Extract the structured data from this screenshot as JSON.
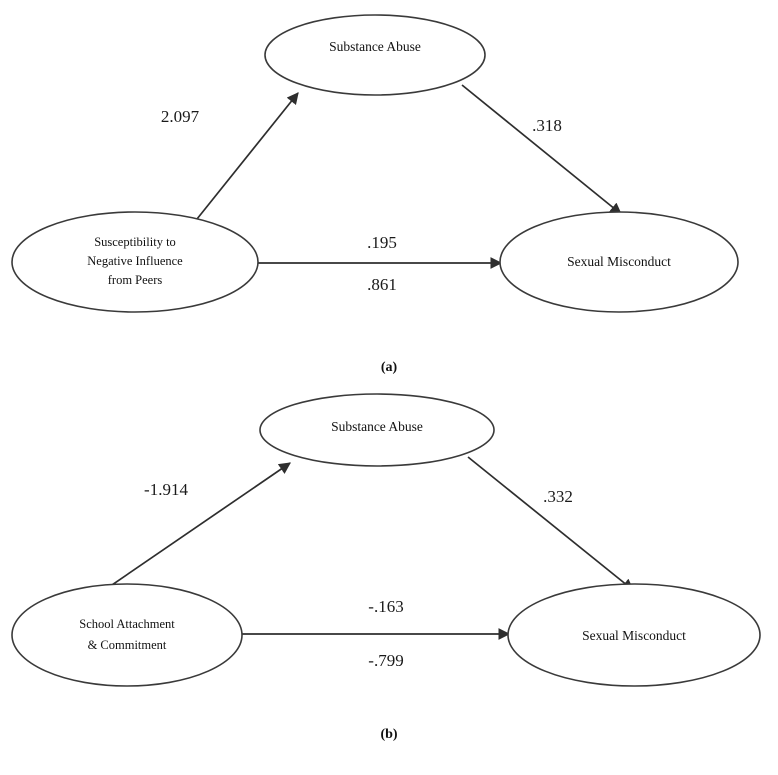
{
  "figure": {
    "type": "path-diagram",
    "panels": [
      {
        "id": "a",
        "caption": "(a)",
        "nodes": {
          "mediator": {
            "label": "Substance Abuse"
          },
          "predictor": {
            "line1": "Susceptibility to",
            "line2": "Negative Influence",
            "line3": "from Peers"
          },
          "outcome": {
            "label": "Sexual Misconduct"
          }
        },
        "edges": {
          "predictor_to_mediator": {
            "coefficient": "2.097"
          },
          "mediator_to_outcome": {
            "coefficient": ".318"
          },
          "direct_above": {
            "coefficient": ".195"
          },
          "direct_below": {
            "coefficient": ".861"
          }
        }
      },
      {
        "id": "b",
        "caption": "(b)",
        "nodes": {
          "mediator": {
            "label": "Substance Abuse"
          },
          "predictor": {
            "line1": "School Attachment",
            "line2": "& Commitment",
            "line3": ""
          },
          "outcome": {
            "label": "Sexual Misconduct"
          }
        },
        "edges": {
          "predictor_to_mediator": {
            "coefficient": "-1.914"
          },
          "mediator_to_outcome": {
            "coefficient": ".332"
          },
          "direct_above": {
            "coefficient": "-.163"
          },
          "direct_below": {
            "coefficient": "-.799"
          }
        }
      }
    ]
  },
  "chart_data": {
    "type": "diagram",
    "title": "",
    "subtitle": "",
    "diagram_kind": "mediation path diagram",
    "panels": [
      {
        "panel": "(a)",
        "variables": [
          "Susceptibility to Negative Influence from Peers",
          "Substance Abuse",
          "Sexual Misconduct"
        ],
        "paths": [
          {
            "from": "Susceptibility to Negative Influence from Peers",
            "to": "Substance Abuse",
            "value": 2.097,
            "label": "2.097"
          },
          {
            "from": "Substance Abuse",
            "to": "Sexual Misconduct",
            "value": 0.318,
            "label": ".318"
          },
          {
            "from": "Susceptibility to Negative Influence from Peers",
            "to": "Sexual Misconduct",
            "value": 0.195,
            "label": ".195"
          },
          {
            "from": "Susceptibility to Negative Influence from Peers",
            "to": "Sexual Misconduct",
            "value": 0.861,
            "label": ".861"
          }
        ]
      },
      {
        "panel": "(b)",
        "variables": [
          "School Attachment & Commitment",
          "Substance Abuse",
          "Sexual Misconduct"
        ],
        "paths": [
          {
            "from": "School Attachment & Commitment",
            "to": "Substance Abuse",
            "value": -1.914,
            "label": "-1.914"
          },
          {
            "from": "Substance Abuse",
            "to": "Sexual Misconduct",
            "value": 0.332,
            "label": ".332"
          },
          {
            "from": "School Attachment & Commitment",
            "to": "Sexual Misconduct",
            "value": -0.163,
            "label": "-.163"
          },
          {
            "from": "School Attachment & Commitment",
            "to": "Sexual Misconduct",
            "value": -0.799,
            "label": "-.799"
          }
        ]
      }
    ],
    "legend": [],
    "grid": false
  }
}
